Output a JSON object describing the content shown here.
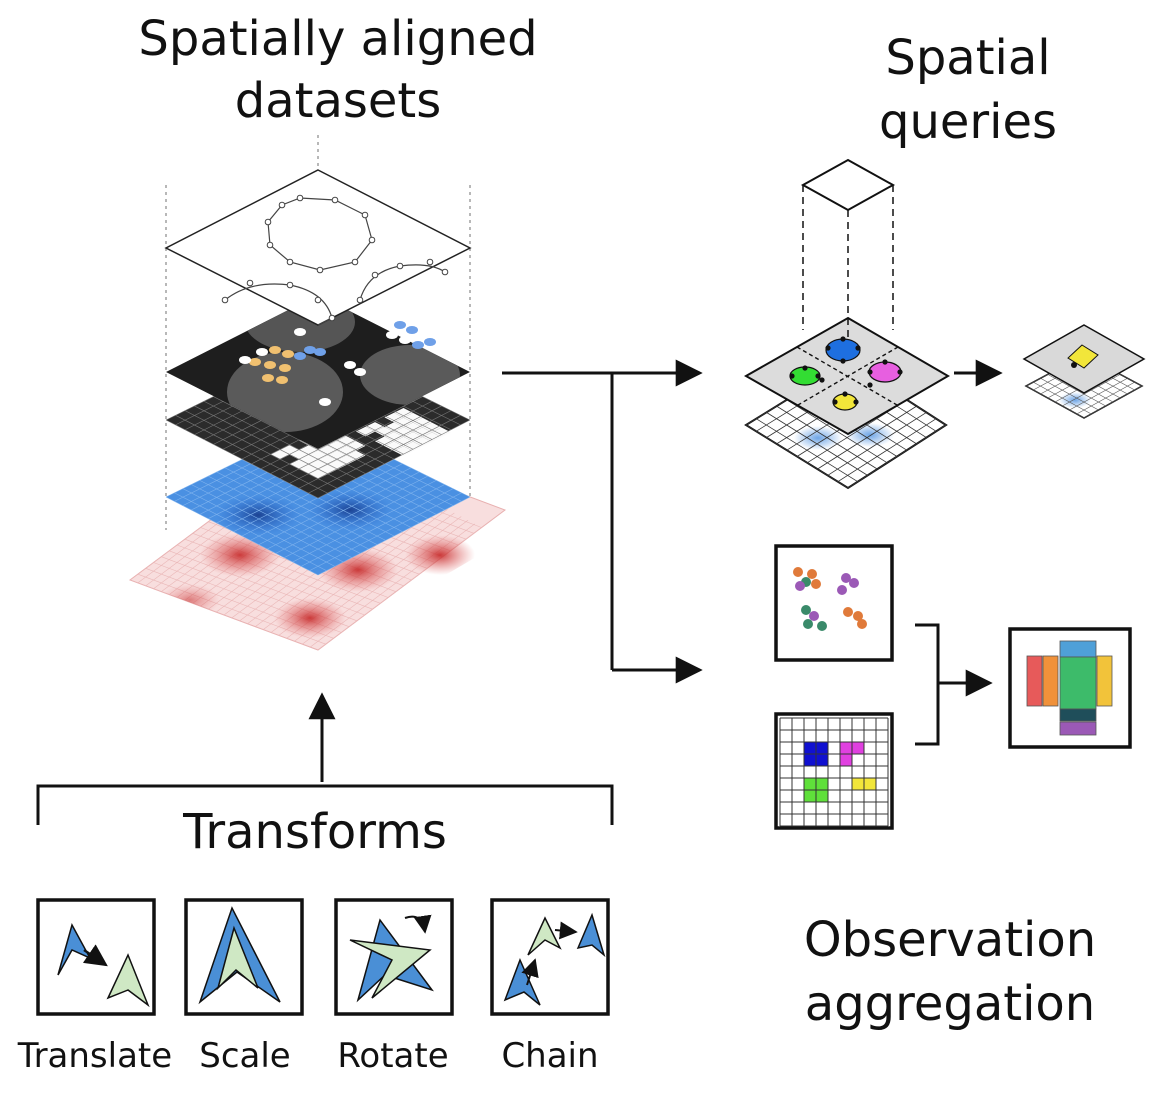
{
  "titles": {
    "spatially_aligned_line1": "Spatially aligned",
    "spatially_aligned_line2": "datasets",
    "spatial_queries_line1": "Spatial",
    "spatial_queries_line2": "queries",
    "transforms": "Transforms",
    "observation_line1": "Observation",
    "observation_line2": "aggregation"
  },
  "transforms": [
    {
      "label": "Translate",
      "icon": "translate-icon"
    },
    {
      "label": "Scale",
      "icon": "scale-icon"
    },
    {
      "label": "Rotate",
      "icon": "rotate-icon"
    },
    {
      "label": "Chain",
      "icon": "chain-icon"
    }
  ],
  "colors": {
    "blue_layer": "#4a90e2",
    "red_layer": "#e06060",
    "shape_blue": "#4a8fd6",
    "shape_green": "#cfe8c4",
    "query_blue": "#1e6fe0",
    "query_green": "#33dd33",
    "query_pink": "#e75fe0",
    "query_yellow": "#f2e63a"
  }
}
